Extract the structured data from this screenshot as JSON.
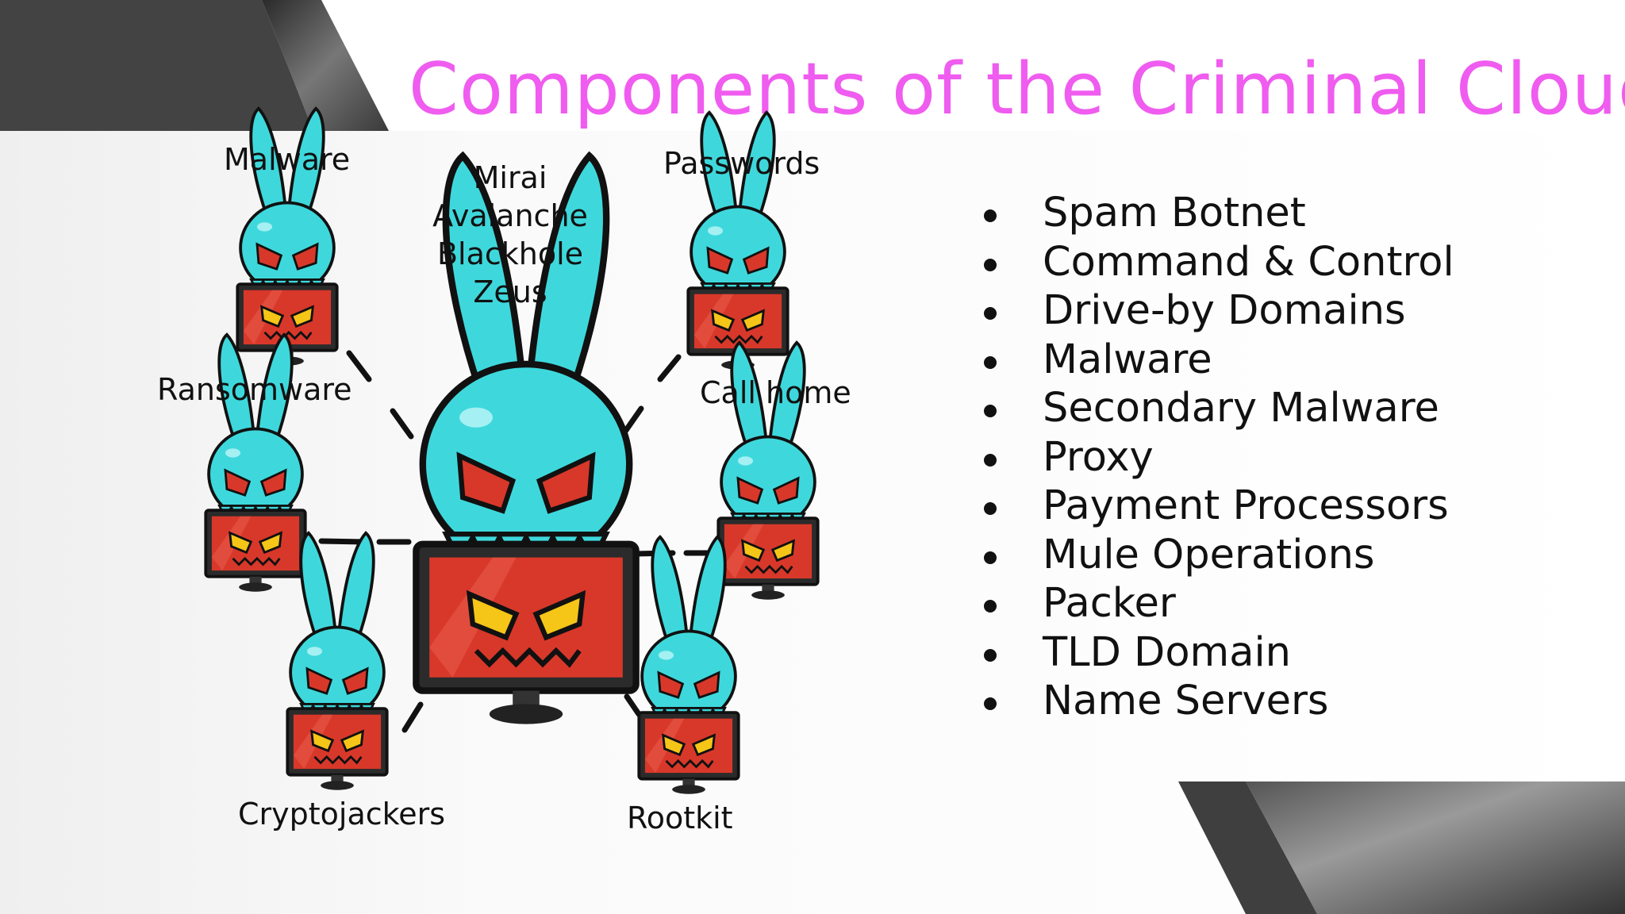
{
  "slide": {
    "title": "Components of the Criminal Cloud"
  },
  "diagram": {
    "center_labels": [
      "Mirai",
      "Avalanche",
      "Blackhole",
      "Zeus"
    ],
    "nodes": {
      "malware": "Malware",
      "passwords": "Passwords",
      "ransomware": "Ransomware",
      "call_home": "Call home",
      "cryptojackers": "Cryptojackers",
      "rootkit": "Rootkit"
    }
  },
  "bullets": [
    "Spam Botnet",
    "Command & Control",
    "Drive-by Domains",
    "Malware",
    "Secondary Malware",
    "Proxy",
    "Payment Processors",
    "Mule Operations",
    "Packer",
    "TLD Domain",
    "Name Servers"
  ],
  "colors": {
    "title": "#ef5cef",
    "monster_body": "#3ed8dc",
    "screen": "#d8382a",
    "dark_band": "#3f3f3f"
  }
}
